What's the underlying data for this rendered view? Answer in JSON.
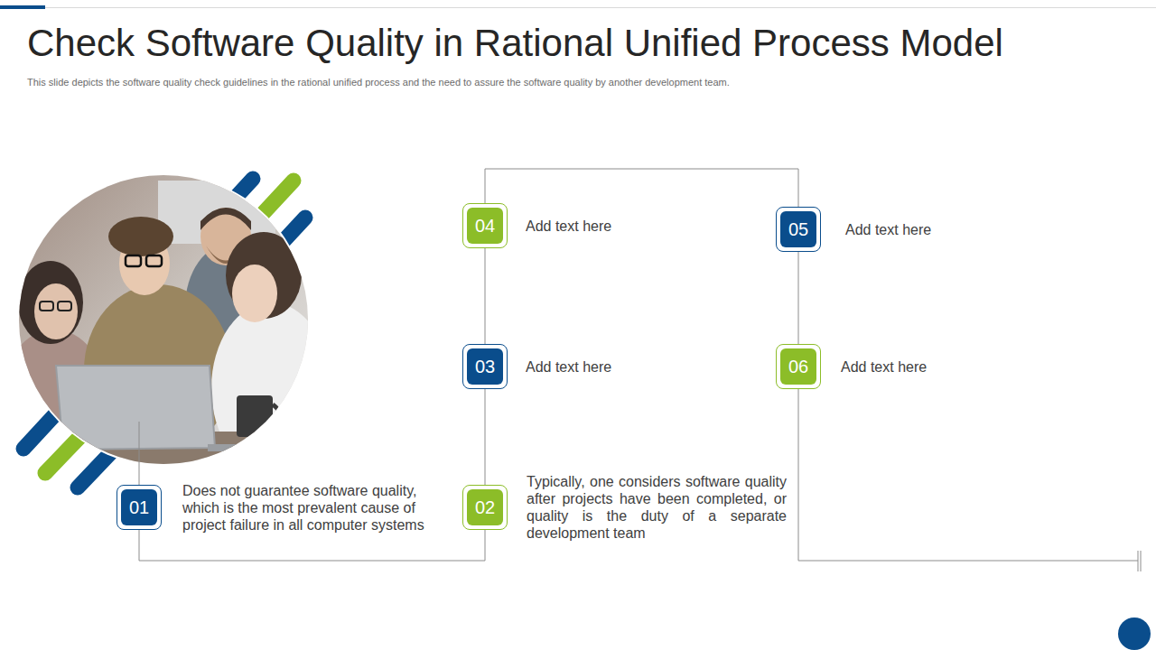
{
  "diagram": {
    "title": "Check Software Quality in Rational Unified Process Model",
    "caption": "This slide depicts the software quality check guidelines in the rational unified process and the need to assure the software quality by another development team.",
    "nodes": [
      {
        "text": [
          "01",
          "Does not guarantee software quality, which is the most prevalent cause of project failure in all computer systems"
        ]
      },
      {
        "text": [
          "02",
          "Typically, one considers software quality after projects have been completed, or quality is the duty of a separate development team"
        ]
      },
      {
        "text": [
          "03",
          "Add text here"
        ]
      },
      {
        "text": [
          "04",
          "Add text here"
        ]
      },
      {
        "text": [
          "05",
          "Add text here"
        ]
      },
      {
        "text": [
          "06",
          "Add text here"
        ]
      }
    ],
    "edges": [
      {
        "from": 0,
        "to": 1,
        "arrow": "none"
      },
      {
        "from": 1,
        "to": 2,
        "arrow": "none"
      },
      {
        "from": 2,
        "to": 3,
        "arrow": "none"
      },
      {
        "from": 3,
        "to": 4,
        "arrow": "none"
      },
      {
        "from": 4,
        "to": 5,
        "arrow": "none"
      }
    ]
  }
}
